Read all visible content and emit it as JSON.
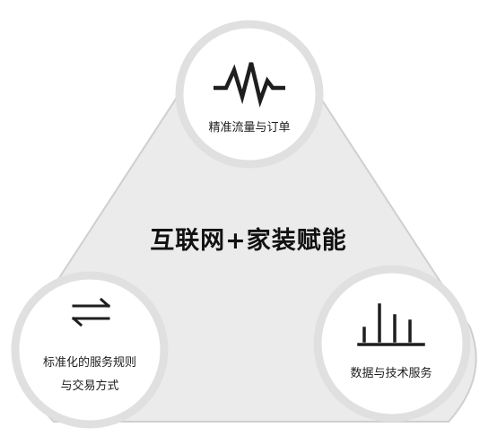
{
  "center_title": "互联网+家装赋能",
  "nodes": {
    "top": {
      "label": "精准流量与订单",
      "icon": "waveform-icon"
    },
    "left": {
      "label_line1": "标准化的服务规则",
      "label_line2": "与交易方式",
      "icon": "exchange-arrows-icon"
    },
    "right": {
      "label": "数据与技术服务",
      "icon": "bar-chart-icon"
    }
  },
  "colors": {
    "frame_fill": "#ebebeb",
    "frame_stroke": "#cfcfcf",
    "circle_fill": "#ffffff",
    "circle_ring": "#e0e0e0",
    "ink": "#1e1e1e"
  }
}
